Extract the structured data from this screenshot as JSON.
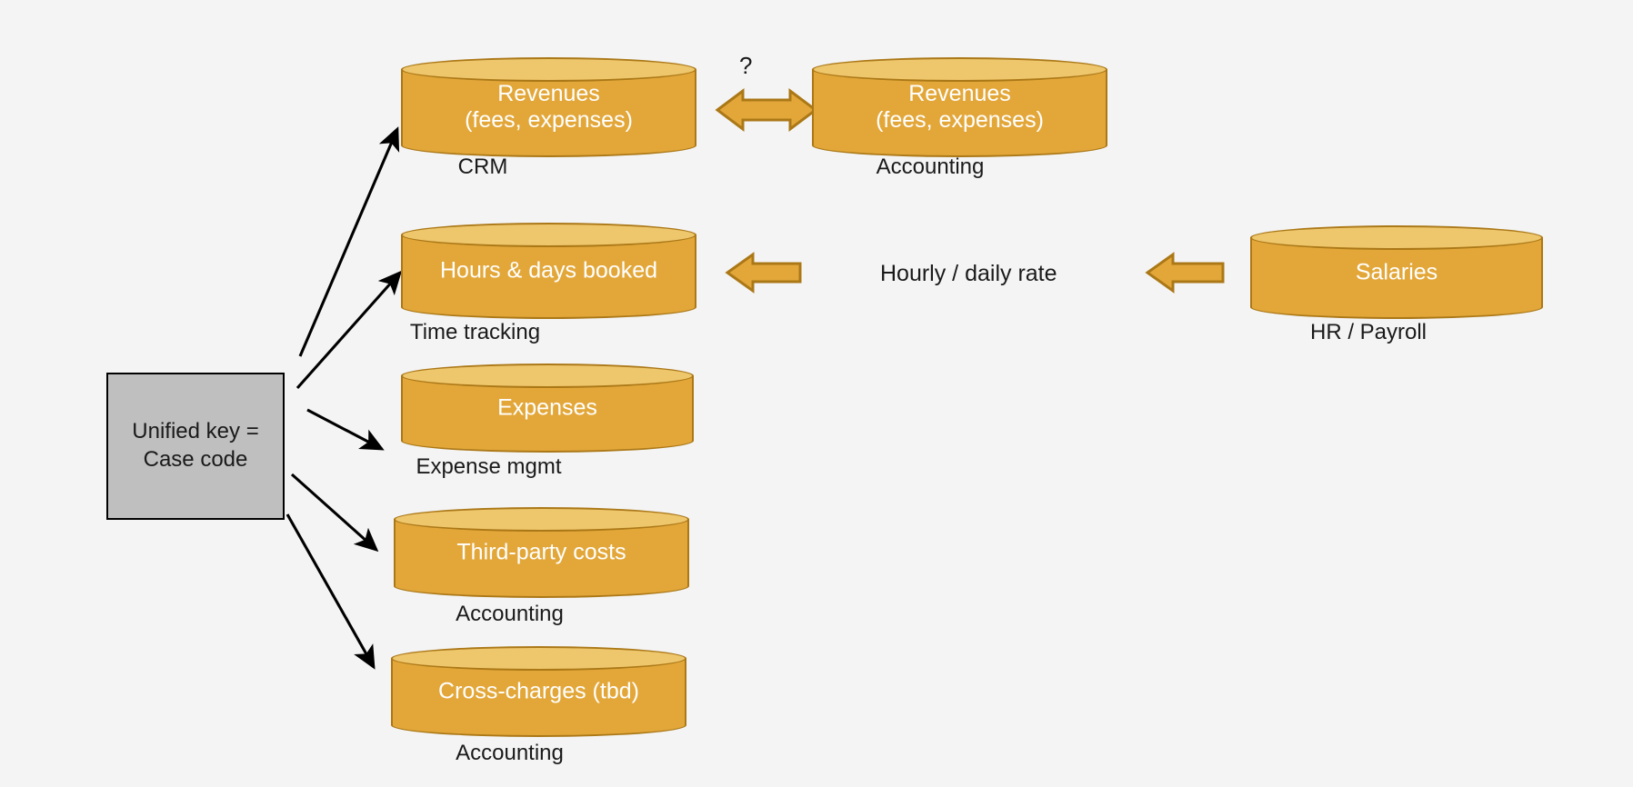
{
  "diagram": {
    "background_color": "#f4f4f4",
    "cylinder_body_color": "#e3a739",
    "cylinder_top_color": "#eec66c",
    "cylinder_border_color": "#ab7817",
    "arrow_gold_color": "#e3a739",
    "arrow_black_color": "#000000",
    "keybox_fill_color": "#bfbfbf"
  },
  "key_box": {
    "label": "Unified key =\nCase code"
  },
  "databases": [
    {
      "id": "revenues-crm",
      "label": "Revenues\n(fees, expenses)",
      "caption": "CRM"
    },
    {
      "id": "revenues-accounting",
      "label": "Revenues\n(fees, expenses)",
      "caption": "Accounting"
    },
    {
      "id": "hours-days-booked",
      "label": "Hours & days booked",
      "caption": "Time tracking"
    },
    {
      "id": "salaries",
      "label": "Salaries",
      "caption": "HR / Payroll"
    },
    {
      "id": "expenses",
      "label": "Expenses",
      "caption": "Expense mgmt"
    },
    {
      "id": "third-party-costs",
      "label": "Third-party costs",
      "caption": "Accounting"
    },
    {
      "id": "cross-charges",
      "label": "Cross-charges (tbd)",
      "caption": "Accounting"
    }
  ],
  "annotations": {
    "question_mark": "?",
    "rate_label": "Hourly / daily rate"
  }
}
